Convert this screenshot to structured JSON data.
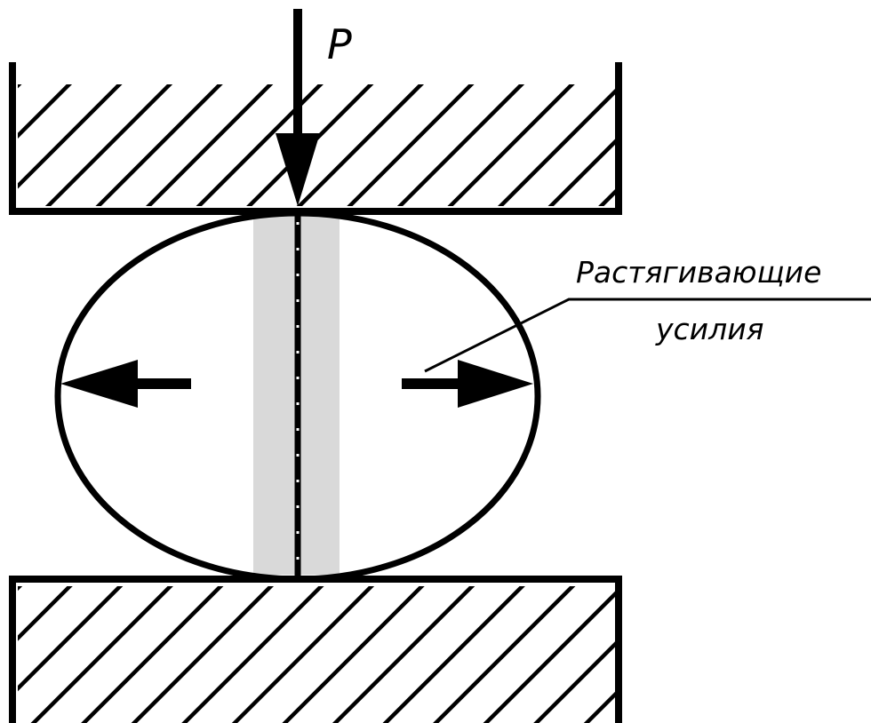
{
  "labels": {
    "force": "P",
    "tensile_line1": "Растягивающие",
    "tensile_line2": "усилия"
  },
  "colors": {
    "stroke": "#000000",
    "background": "#ffffff",
    "stress_band": "#d9d9d9"
  },
  "icons": {
    "load_arrow": "arrow-down",
    "tensile_left": "arrow-left",
    "tensile_right": "arrow-right"
  }
}
